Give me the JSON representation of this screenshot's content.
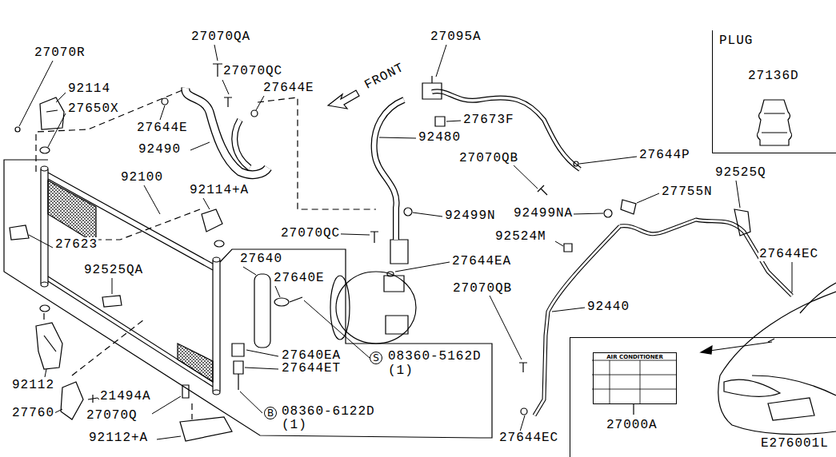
{
  "diagram": {
    "nodes": [
      {
        "text": [
          "PLUG",
          "27136D"
        ]
      },
      {
        "text": [
          "27000A"
        ]
      },
      {
        "text": [
          "AIR CONDITIONER"
        ],
        "in": 1
      },
      {
        "text": [
          "S"
        ]
      },
      {
        "text": [
          "B"
        ]
      }
    ],
    "labels": [
      "27070R",
      "92114",
      "27650X",
      "27070QA",
      "27070QC",
      "27644E",
      "27644E",
      "92490",
      "92100",
      "92114+A",
      "27623",
      "27640",
      "27640E",
      "92525QA",
      "27640EA",
      "27644ET",
      "92112",
      "21494A",
      "27760",
      "27070Q",
      "92112+A",
      "08360-5162D",
      "(1)",
      "08360-6122D",
      "(1)",
      "27095A",
      "27673F",
      "92480",
      "27070QB",
      "27644P",
      "92525Q",
      "27755N",
      "92499N",
      "92499NA",
      "92524M",
      "27070QC",
      "27644EA",
      "27644EC",
      "27070QB",
      "92440",
      "27644EC",
      "FRONT",
      "E276001L"
    ]
  }
}
